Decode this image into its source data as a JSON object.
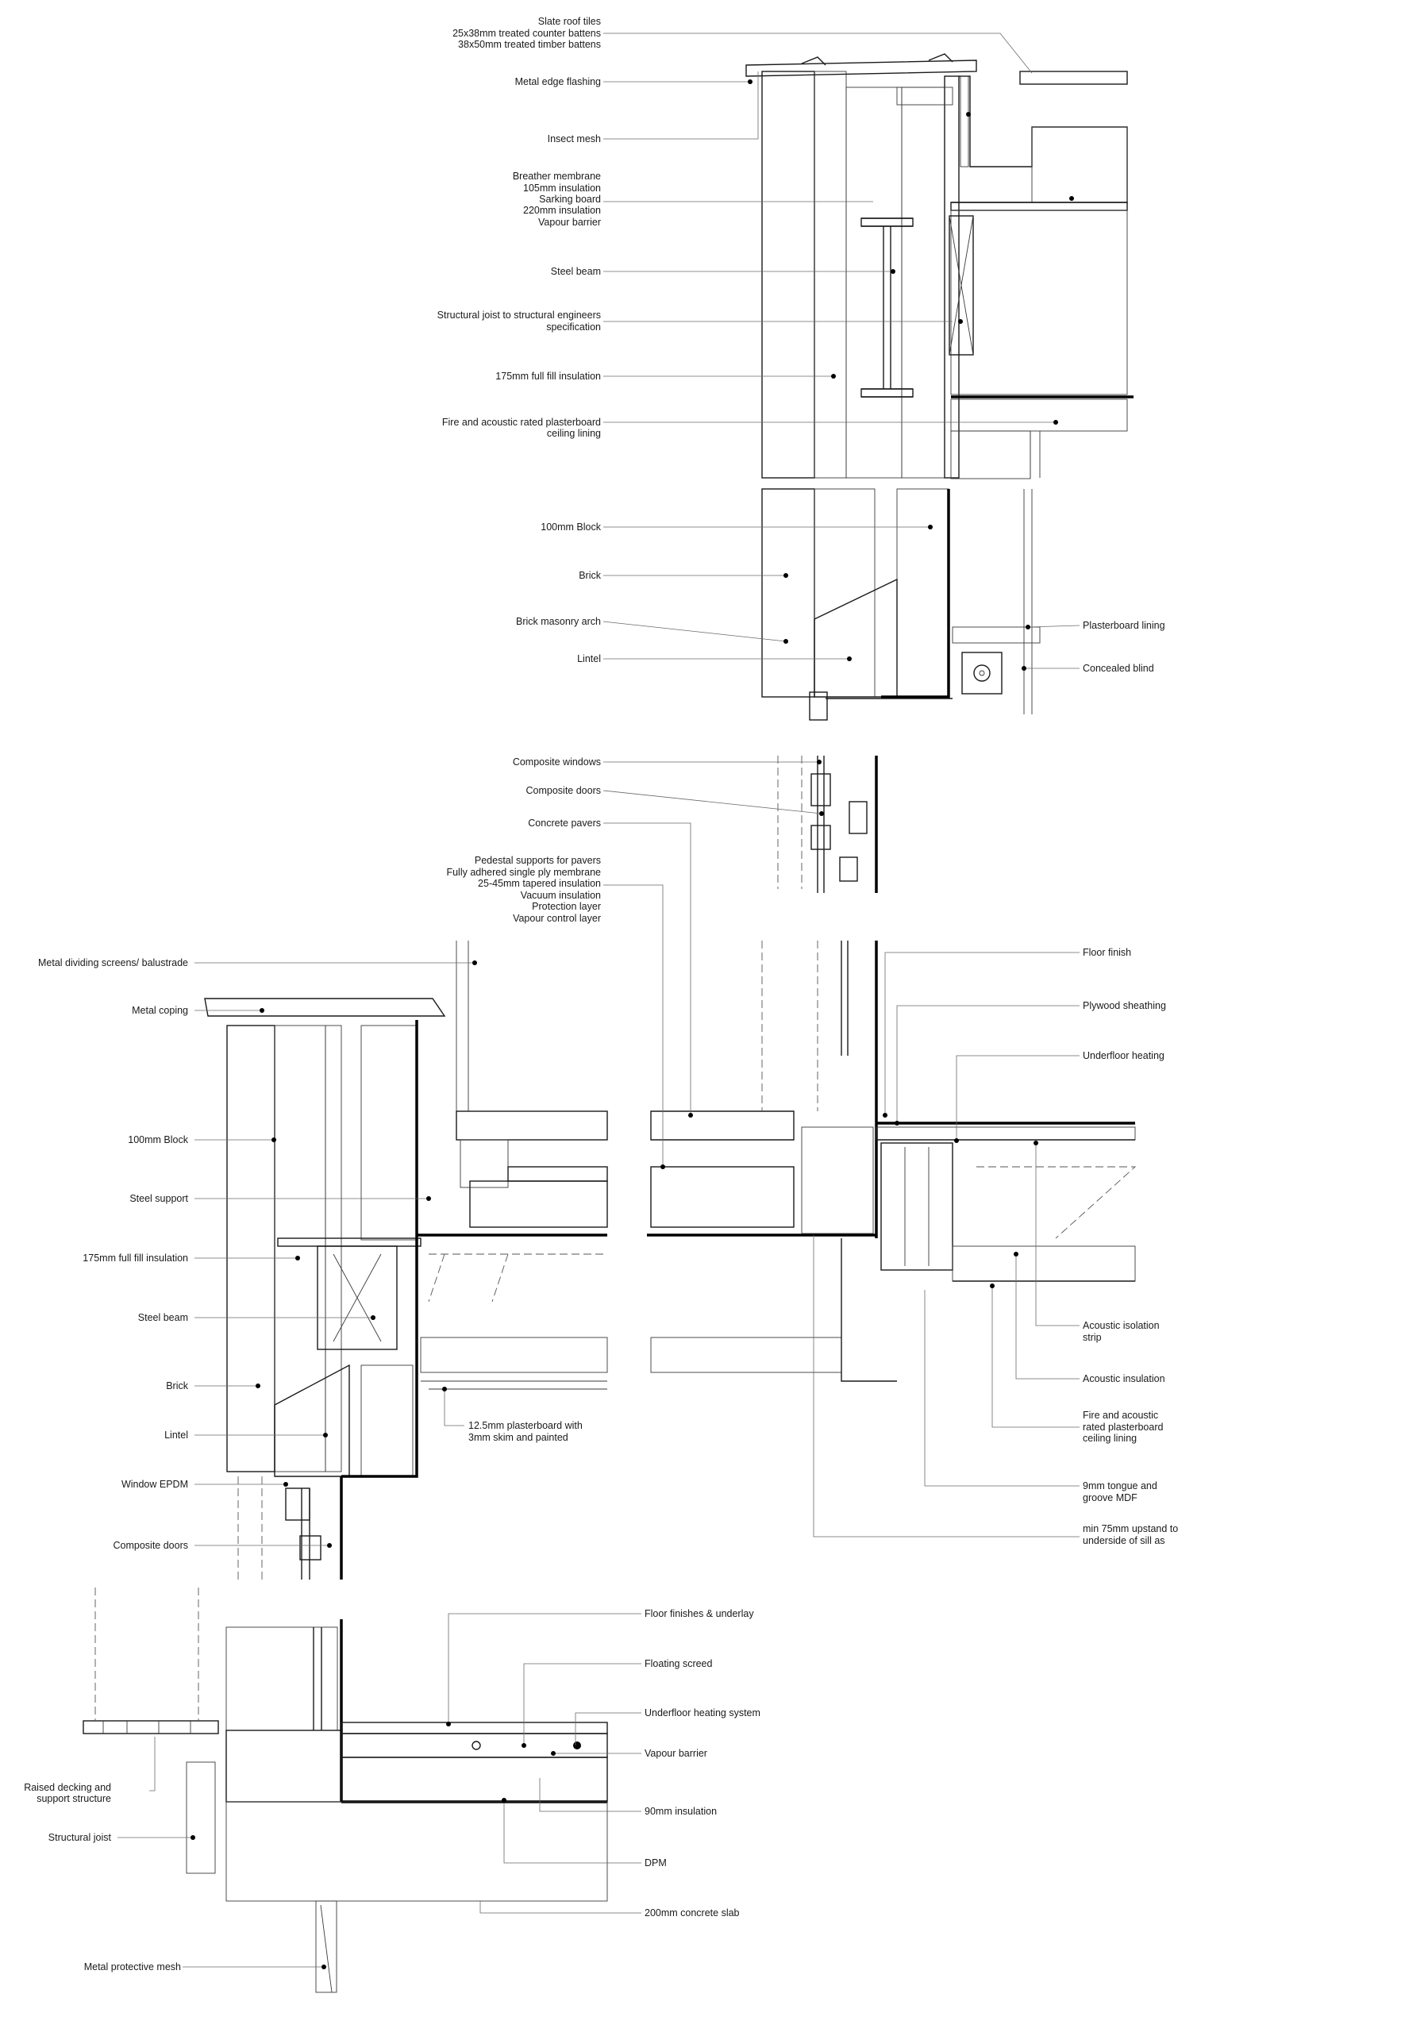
{
  "labels": {
    "slate_roof_tiles": "Slate roof tiles",
    "counter_battens": "25x38mm treated counter battens",
    "timber_battens": "38x50mm treated timber battens",
    "metal_edge_flashing": "Metal edge flashing",
    "insect_mesh": "Insect mesh",
    "breather_membrane": "Breather membrane",
    "insulation_105": "105mm insulation",
    "sarking_board": "Sarking board",
    "insulation_220": "220mm insulation",
    "vapour_barrier_roof": "Vapour barrier",
    "steel_beam_roof": "Steel beam",
    "structural_joist_line1": "Structural joist to structural engineers",
    "structural_joist_line2": "specification",
    "full_fill_175_roof": "175mm full fill insulation",
    "fire_plasterboard_line1": "Fire and acoustic rated plasterboard",
    "fire_plasterboard_line2": "ceiling lining",
    "block_100_upper": "100mm Block",
    "brick_upper": "Brick",
    "brick_masonry_arch": "Brick masonry arch",
    "lintel_upper": "Lintel",
    "plasterboard_lining": "Plasterboard lining",
    "concealed_blind": "Concealed blind",
    "composite_windows": "Composite windows",
    "composite_doors_upper": "Composite doors",
    "concrete_pavers": "Concrete pavers",
    "pedestal_supports": "Pedestal supports for pavers",
    "single_ply_membrane": "Fully adhered single ply membrane",
    "tapered_insulation": "25-45mm tapered insulation",
    "vacuum_insulation": "Vacuum insulation",
    "protection_layer": "Protection layer",
    "vapour_control_layer": "Vapour control layer",
    "metal_dividing_screens": "Metal dividing screens/ balustrade",
    "metal_coping": "Metal coping",
    "block_100_mid": "100mm Block",
    "steel_support": "Steel support",
    "full_fill_175_mid": "175mm full fill insulation",
    "steel_beam_mid": "Steel beam",
    "brick_mid": "Brick",
    "lintel_mid": "Lintel",
    "window_epdm": "Window EPDM",
    "composite_doors_mid": "Composite doors",
    "plasterboard_skim_line1": "12.5mm plasterboard with",
    "plasterboard_skim_line2": "3mm skim and painted",
    "floor_finish": "Floor finish",
    "plywood_sheathing": "Plywood sheathing",
    "underfloor_heating": "Underfloor heating",
    "acoustic_isolation_line1": "Acoustic isolation",
    "acoustic_isolation_line2": "strip",
    "acoustic_insulation": "Acoustic insulation",
    "fire_rated_ceiling_line1": "Fire and acoustic",
    "fire_rated_ceiling_line2": "rated plasterboard",
    "fire_rated_ceiling_line3": "ceiling lining",
    "mdf_line1": "9mm tongue and",
    "mdf_line2": "groove MDF",
    "upstand_line1": "min 75mm upstand to",
    "upstand_line2": "underside of sill as",
    "floor_finishes_underlay": "Floor finishes & underlay",
    "floating_screed": "Floating screed",
    "underfloor_heating_system": "Underfloor heating system",
    "vapour_barrier_floor": "Vapour barrier",
    "insulation_90": "90mm insulation",
    "dpm": "DPM",
    "concrete_slab_200": "200mm concrete slab",
    "raised_decking_line1": "Raised decking and",
    "raised_decking_line2": "support structure",
    "structural_joist_ground": "Structural joist",
    "metal_protective_mesh": "Metal protective mesh"
  }
}
